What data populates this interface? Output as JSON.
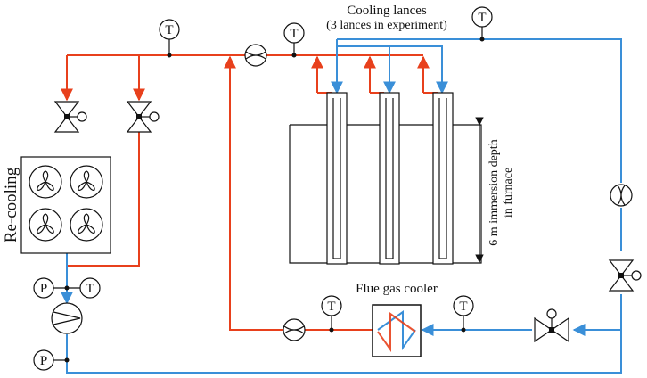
{
  "colors": {
    "hot": "#e8401c",
    "cold": "#3a8fd8",
    "line": "#111111",
    "background": "#ffffff"
  },
  "labels": {
    "cooling_lances_title": "Cooling lances",
    "cooling_lances_note": "(3 lances in experiment)",
    "recooling": "Re-cooling",
    "flue_gas_cooler": "Flue gas cooler",
    "immersion_line1": "6 m immersion depth",
    "immersion_line2": "in  furnace"
  },
  "instruments": {
    "temperature": "T",
    "pressure": "P"
  }
}
